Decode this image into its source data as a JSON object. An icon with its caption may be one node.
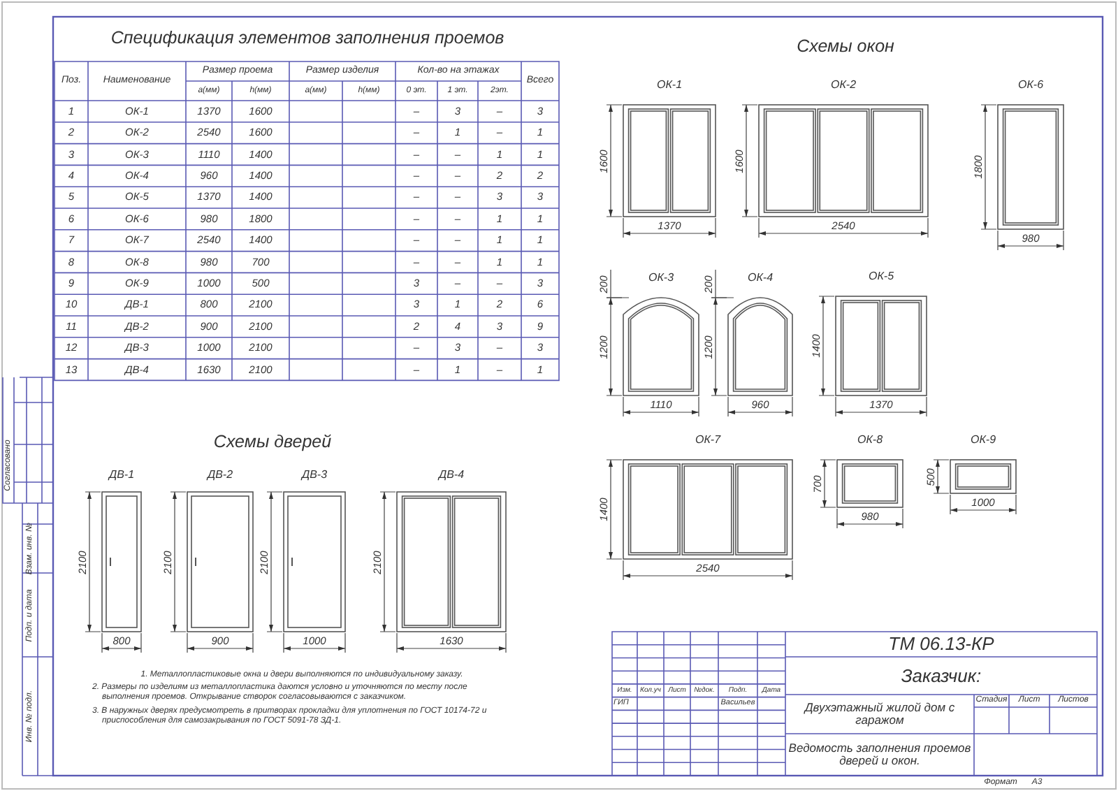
{
  "diagram": {
    "labels": [
      "Спецификация элементов заполнения проемов",
      "Поз.",
      "Наименование",
      "Размер проема",
      "Размер изделия",
      "Кол-во на этажах",
      "Всего",
      "a(мм)",
      "h(мм)",
      "a(мм)",
      "h(мм)",
      "0 эт.",
      "1 эт.",
      "2эт.",
      "1",
      "ОК-1",
      "1370",
      "1600",
      "–",
      "3",
      "–",
      "3",
      "2",
      "ОК-2",
      "2540",
      "1600",
      "–",
      "1",
      "–",
      "1",
      "3",
      "ОК-3",
      "1110",
      "1400",
      "–",
      "–",
      "1",
      "1",
      "4",
      "ОК-4",
      "960",
      "1400",
      "–",
      "–",
      "2",
      "2",
      "5",
      "ОК-5",
      "1370",
      "1400",
      "–",
      "–",
      "3",
      "3",
      "6",
      "ОК-6",
      "980",
      "1800",
      "–",
      "–",
      "1",
      "1",
      "7",
      "ОК-7",
      "2540",
      "1400",
      "–",
      "–",
      "1",
      "1",
      "8",
      "ОК-8",
      "980",
      "700",
      "–",
      "–",
      "1",
      "1",
      "9",
      "ОК-9",
      "1000",
      "500",
      "3",
      "–",
      "–",
      "3",
      "10",
      "ДВ-1",
      "800",
      "2100",
      "3",
      "1",
      "2",
      "6",
      "11",
      "ДВ-2",
      "900",
      "2100",
      "2",
      "4",
      "3",
      "9",
      "12",
      "ДВ-3",
      "1000",
      "2100",
      "–",
      "3",
      "–",
      "3",
      "13",
      "ДВ-4",
      "1630",
      "2100",
      "–",
      "1",
      "–",
      "1",
      "Схемы окон",
      "ОК-1",
      "1600",
      "1370",
      "ОК-2",
      "1600",
      "2540",
      "ОК-6",
      "1800",
      "980",
      "ОК-3",
      "200",
      "1200",
      "1110",
      "ОК-4",
      "200",
      "1200",
      "960",
      "ОК-5",
      "1400",
      "1370",
      "ОК-7",
      "1400",
      "2540",
      "ОК-8",
      "700",
      "980",
      "ОК-9",
      "500",
      "1000",
      "Схемы дверей",
      "ДВ-1",
      "2100",
      "800",
      "ДВ-2",
      "2100",
      "900",
      "ДВ-3",
      "2100",
      "1000",
      "ДВ-4",
      "2100",
      "1630",
      "1. Металлопластиковые окна и двери выполняются по индивидуальному заказу.",
      "2. Размеры по изделиям из металлопластика даются условно и уточняются по месту после выполнения проемов. Открывание створок согласовываются с заказчиком.",
      "3. В наружных дверях предусмотреть в притворах прокладки для уплотнения по ГОСТ 10174-72 и приспособления для самозакрывания по ГОСТ 5091-78 ЗД-1.",
      "Согласовано",
      "Взам. инв. №",
      "Подп. и дата",
      "Инв. № подл.",
      "ТМ 06.13-КР",
      "Заказчик:",
      "Изм.",
      "Кол.уч",
      "Лист",
      "№док.",
      "Подп.",
      "Дата",
      "ГИП",
      "Васильев",
      "Двухэтажный жилой дом с гаражом",
      "Стадия",
      "Лист",
      "Листов",
      "Ведомость заполнения проемов дверей и окон.",
      "Формат",
      "А3"
    ]
  }
}
